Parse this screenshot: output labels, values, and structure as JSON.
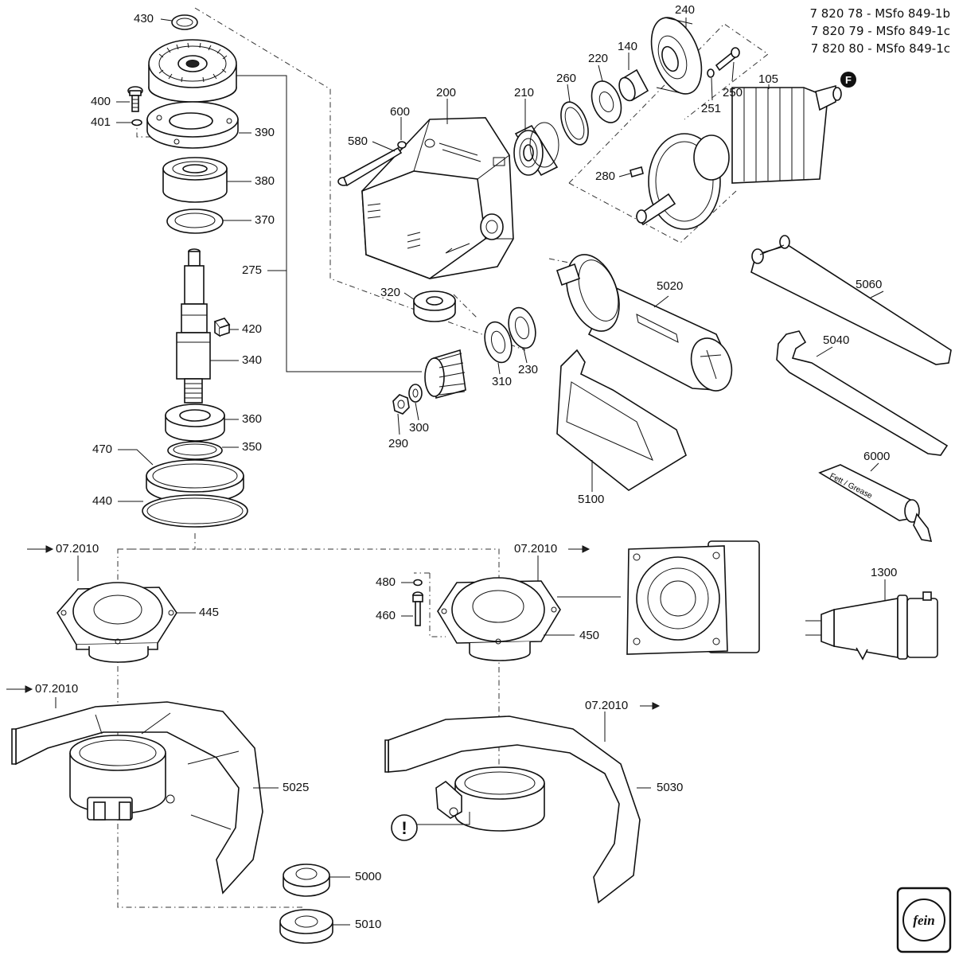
{
  "header": {
    "lines": [
      "7 820 78 - MSfo 849-1b",
      "7 820 79 - MSfo 849-1c",
      "7 820 80 - MSfo 849-1c"
    ]
  },
  "labels": {
    "p430": "430",
    "p400": "400",
    "p401": "401",
    "p390": "390",
    "p380": "380",
    "p370": "370",
    "p275": "275",
    "p420": "420",
    "p340": "340",
    "p360": "360",
    "p350": "350",
    "p470": "470",
    "p440": "440",
    "p580": "580",
    "p600": "600",
    "p200": "200",
    "p210": "210",
    "p260": "260",
    "p220": "220",
    "p140": "140",
    "p240": "240",
    "p105": "105",
    "p250": "250",
    "p251": "251",
    "p280": "280",
    "p320": "320",
    "p310": "310",
    "p230": "230",
    "p290": "290",
    "p300": "300",
    "p5020": "5020",
    "p5060": "5060",
    "p5040": "5040",
    "p5100": "5100",
    "p6000": "6000",
    "p1300": "1300",
    "p445": "445",
    "p480": "480",
    "p460": "460",
    "p450": "450",
    "p5025": "5025",
    "p5030": "5030",
    "p5000": "5000",
    "p5010": "5010",
    "ver1": "07.2010",
    "ver2": "07.2010",
    "ver3": "07.2010",
    "ver4": "07.2010"
  },
  "markers": {
    "f_marker": "F",
    "warning": "!"
  },
  "tube_text": "Fett / Grease",
  "logo_text": "fein"
}
